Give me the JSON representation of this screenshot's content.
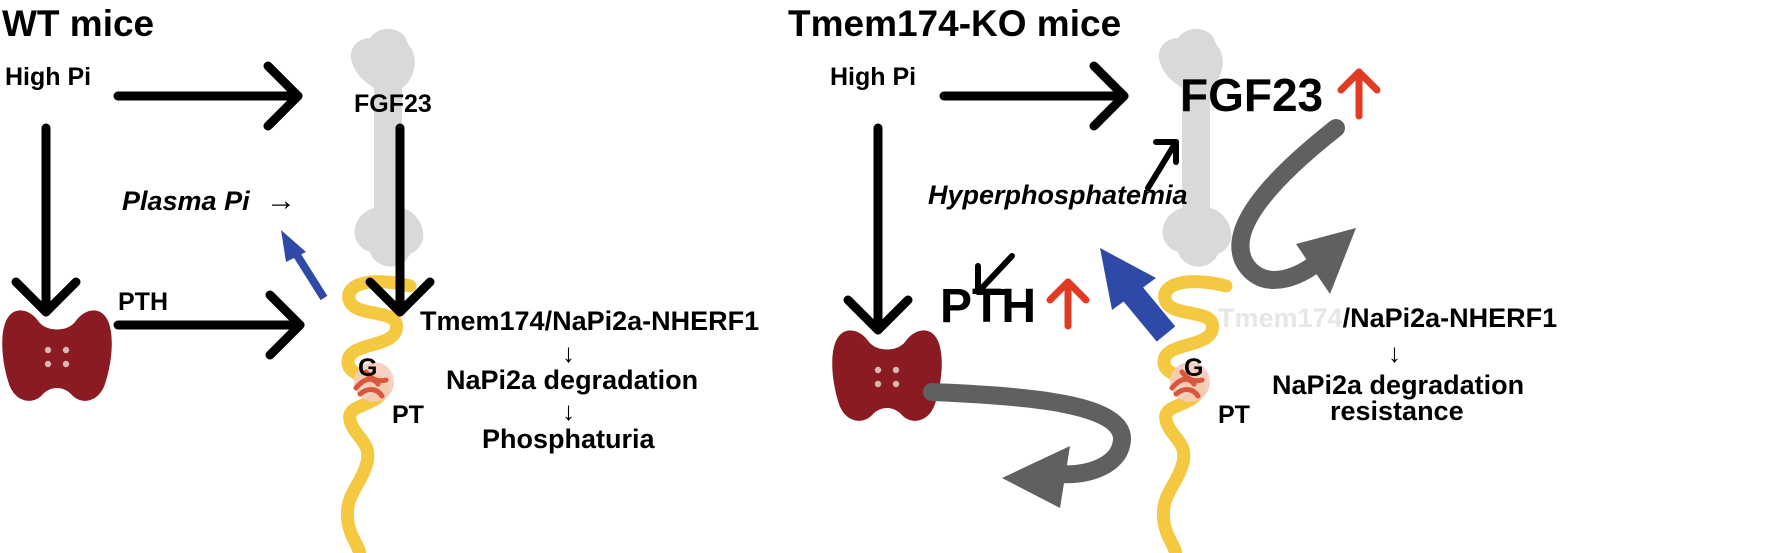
{
  "wt": {
    "title": "WT mice",
    "high_pi": "High Pi",
    "fgf23": "FGF23",
    "plasma_pi": "Plasma Pi",
    "plasma_arrow": "→",
    "pth": "PTH",
    "g": "G",
    "pt": "PT",
    "complex": "Tmem174/NaPi2a-NHERF1",
    "down1": "↓",
    "degradation": "NaPi2a degradation",
    "down2": "↓",
    "phosphaturia": "Phosphaturia"
  },
  "ko": {
    "title": "Tmem174-KO mice",
    "high_pi": "High Pi",
    "fgf23": "FGF23",
    "hyper": "Hyperphosphatemia",
    "pth": "PTH",
    "g": "G",
    "pt": "PT",
    "complex_faded": "Tmem174",
    "complex_rest": "/NaPi2a-NHERF1",
    "down": "↓",
    "resist_line1": "NaPi2a degradation",
    "resist_line2": "resistance"
  },
  "colors": {
    "black_arrow": "#000000",
    "blue_arrow": "#2e4aa6",
    "red_up": "#e23b24",
    "gray_curve": "#606060",
    "bone": "#d9d9d9",
    "thyroid": "#8a1b22",
    "tubule": "#f5c842",
    "glomerulus": "#e9a48a"
  }
}
